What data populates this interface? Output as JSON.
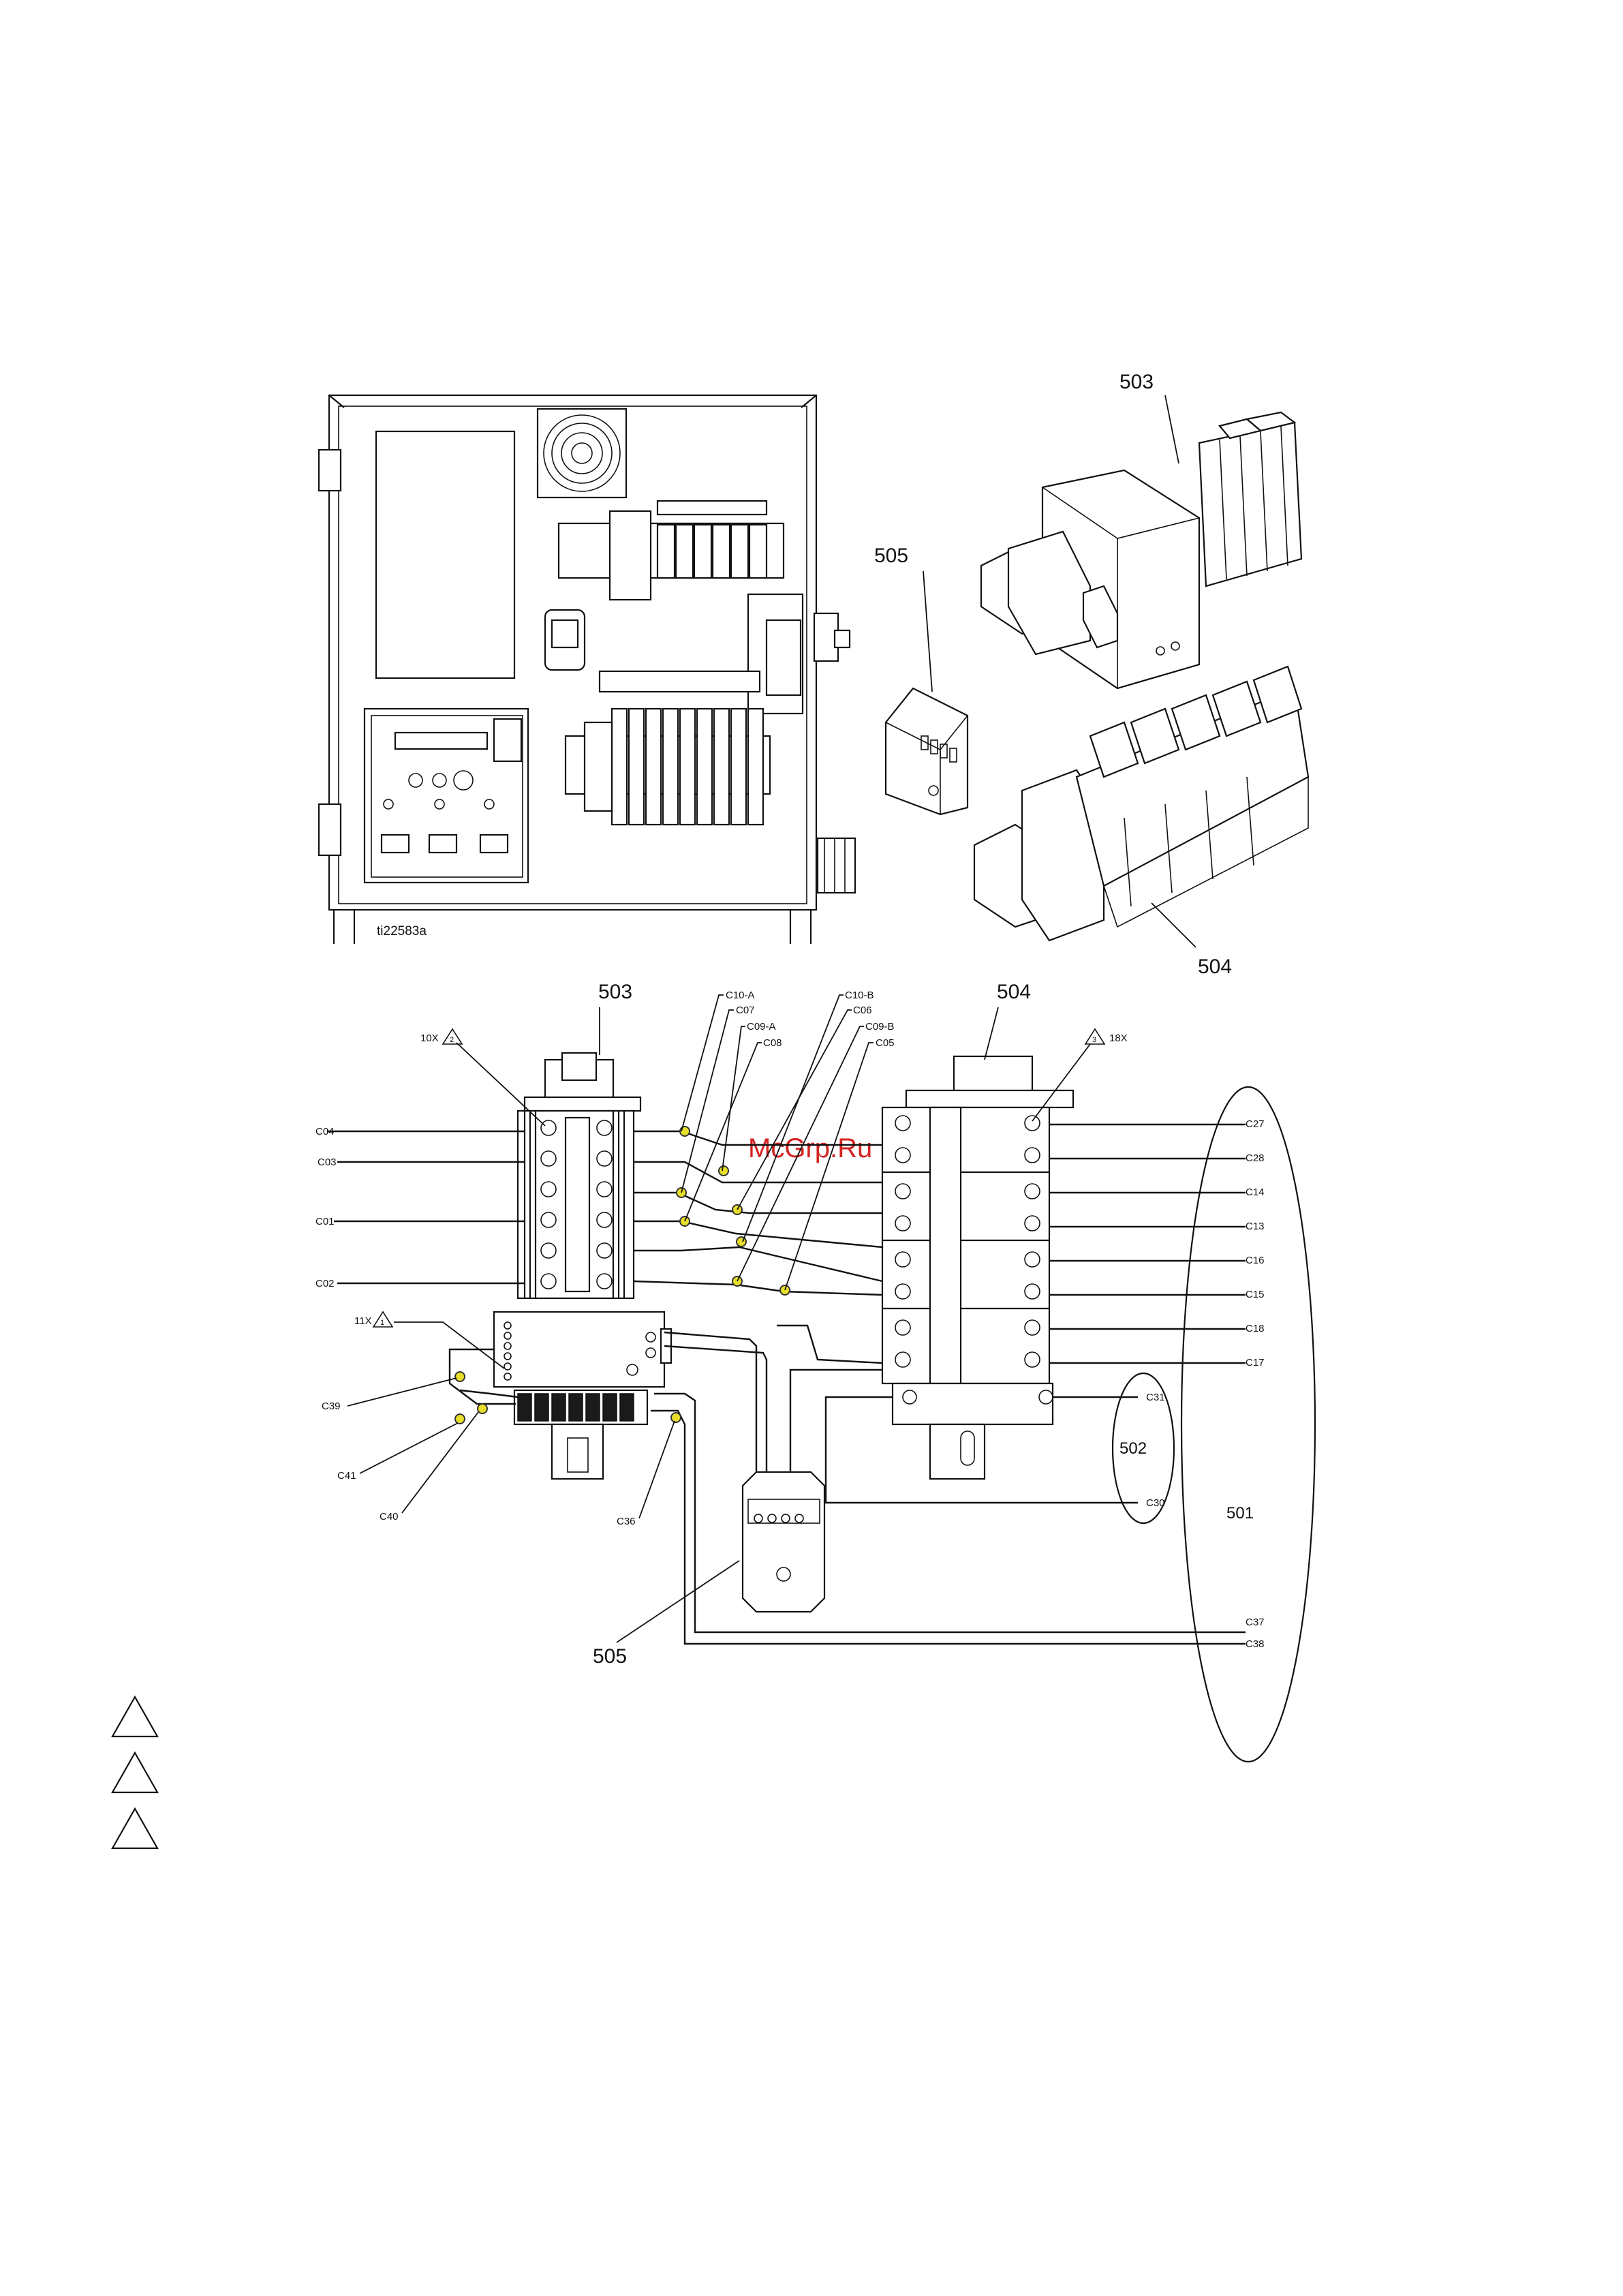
{
  "figure": {
    "image_id": "ti22583a",
    "watermark": "McGrp.Ru"
  },
  "callouts": {
    "top_503": "503",
    "top_505": "505",
    "top_504": "504",
    "sch_503": "503",
    "sch_504": "504",
    "sch_505": "505",
    "sch_502": "502",
    "sch_501": "501"
  },
  "multipliers": {
    "m10x": "10X",
    "m11x": "11X",
    "m18x": "18X"
  },
  "notes": {
    "n1": "1",
    "n2": "2",
    "n3": "3"
  },
  "wires": {
    "left": [
      "C04",
      "C03",
      "C01",
      "C02"
    ],
    "top": [
      "C10-A",
      "C07",
      "C09-A",
      "C08",
      "C10-B",
      "C06",
      "C09-B",
      "C05"
    ],
    "right": [
      "C27",
      "C28",
      "C14",
      "C13",
      "C16",
      "C15",
      "C18",
      "C17"
    ],
    "lower_left": [
      "C39",
      "C41",
      "C40",
      "C36"
    ],
    "group_502": [
      "C31",
      "C30"
    ],
    "bottom": [
      "C37",
      "C38"
    ]
  }
}
